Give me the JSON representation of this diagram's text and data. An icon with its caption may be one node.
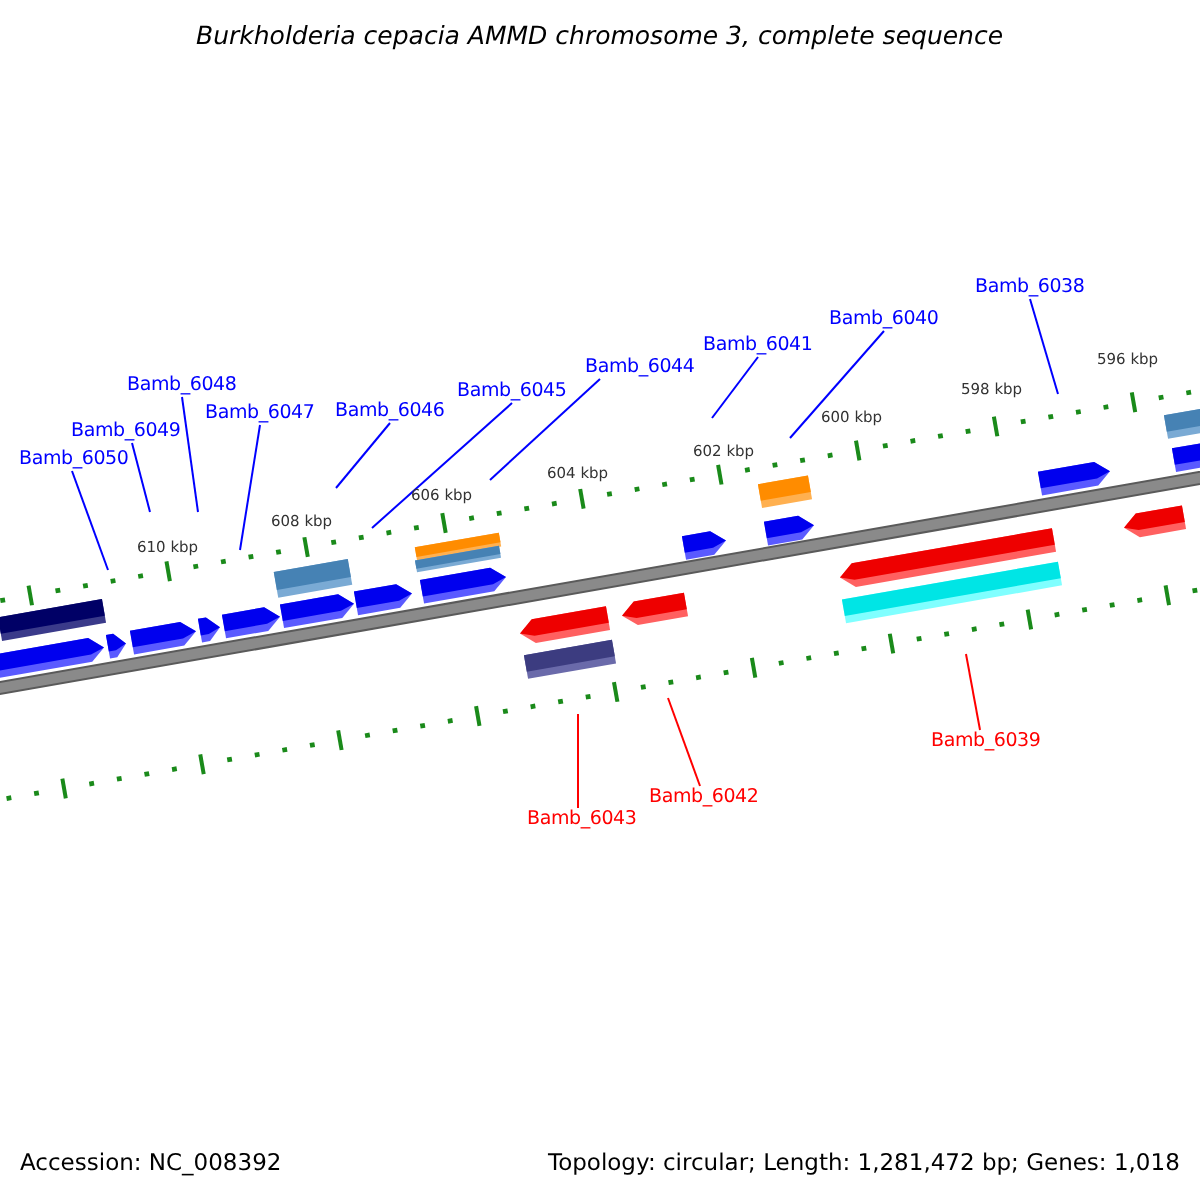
{
  "diagram": {
    "title": "Burkholderia cepacia AMMD chromosome 3, complete sequence",
    "nodes": [
      {
        "text": [
          "Bamb_6050"
        ]
      },
      {
        "text": [
          "Bamb_6049"
        ]
      },
      {
        "text": [
          "Bamb_6048"
        ]
      },
      {
        "text": [
          "Bamb_6047"
        ]
      },
      {
        "text": [
          "Bamb_6046"
        ]
      },
      {
        "text": [
          "Bamb_6045"
        ]
      },
      {
        "text": [
          "Bamb_6044"
        ]
      },
      {
        "text": [
          "Bamb_6041"
        ]
      },
      {
        "text": [
          "Bamb_6040"
        ]
      },
      {
        "text": [
          "Bamb_6038"
        ]
      },
      {
        "text": [
          "Bamb_6043"
        ]
      },
      {
        "text": [
          "Bamb_6042"
        ]
      },
      {
        "text": [
          "Bamb_6039"
        ]
      }
    ],
    "edges": [
      {
        "from": 0,
        "to": null,
        "arrow": "none"
      },
      {
        "from": 1,
        "to": null,
        "arrow": "none"
      },
      {
        "from": 2,
        "to": null,
        "arrow": "none"
      },
      {
        "from": 3,
        "to": null,
        "arrow": "none"
      },
      {
        "from": 4,
        "to": null,
        "arrow": "none"
      },
      {
        "from": 5,
        "to": null,
        "arrow": "none"
      },
      {
        "from": 6,
        "to": null,
        "arrow": "none"
      },
      {
        "from": 7,
        "to": null,
        "arrow": "none"
      },
      {
        "from": 8,
        "to": null,
        "arrow": "none"
      },
      {
        "from": 9,
        "to": null,
        "arrow": "none"
      },
      {
        "from": 10,
        "to": null,
        "arrow": "none",
        "color": "#ff0000"
      },
      {
        "from": 11,
        "to": null,
        "arrow": "none",
        "color": "#ff0000"
      },
      {
        "from": 12,
        "to": null,
        "arrow": "none",
        "color": "#ff0000"
      }
    ],
    "labels": [
      "610 kbp",
      "608 kbp",
      "606 kbp",
      "604 kbp",
      "602 kbp",
      "600 kbp",
      "598 kbp",
      "596 kbp",
      "Accession: NC_008392",
      "Topology: circular; Length: 1,281,472 bp; Genes: 1,018"
    ]
  }
}
